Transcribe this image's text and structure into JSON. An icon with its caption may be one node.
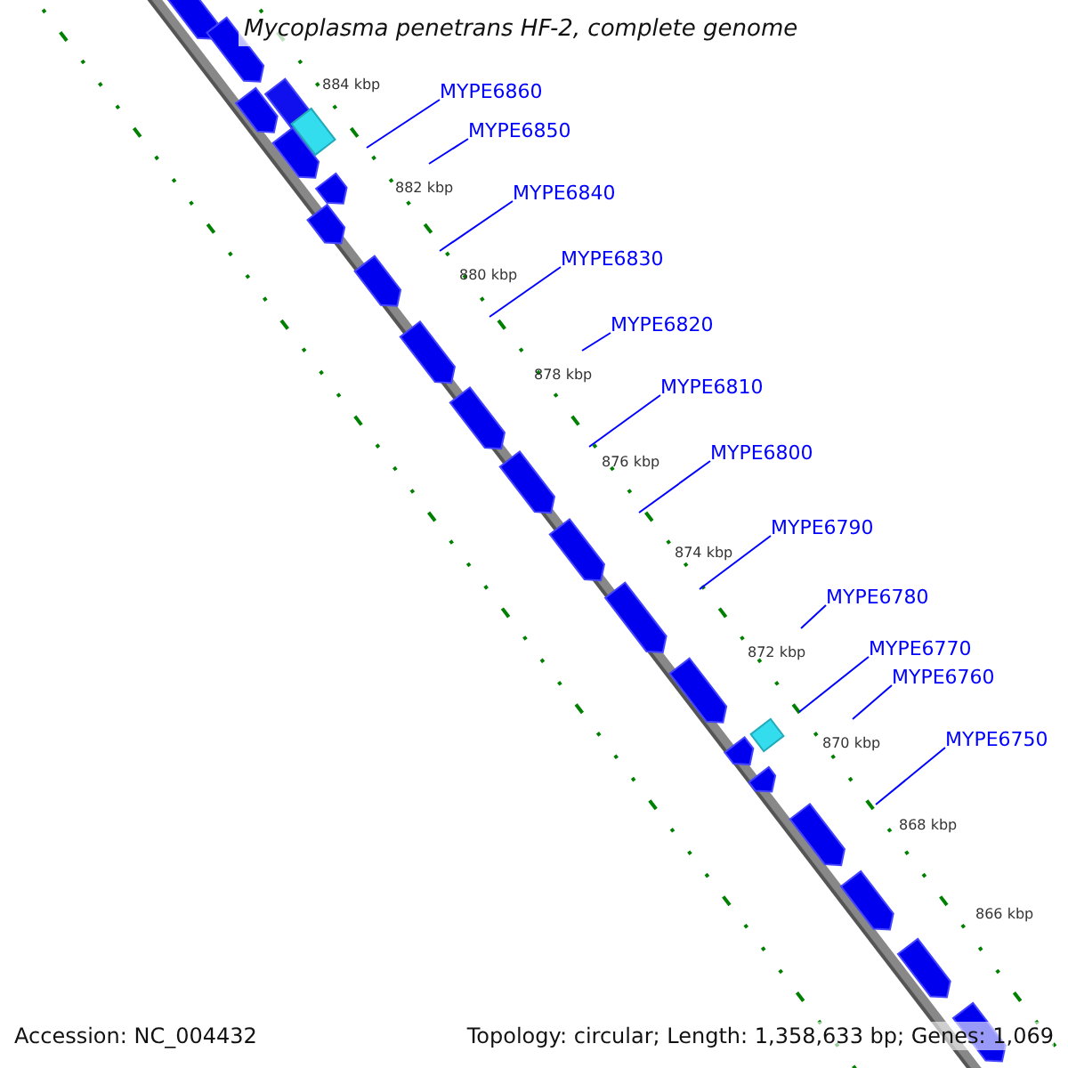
{
  "diagram": {
    "title": "Mycoplasma penetrans HF-2, complete genome",
    "nodes": [
      {
        "text": [
          "MYPE6860"
        ]
      },
      {
        "text": [
          "MYPE6850"
        ]
      },
      {
        "text": [
          "MYPE6840"
        ]
      },
      {
        "text": [
          "MYPE6830"
        ]
      },
      {
        "text": [
          "MYPE6820"
        ]
      },
      {
        "text": [
          "MYPE6810"
        ]
      },
      {
        "text": [
          "MYPE6800"
        ]
      },
      {
        "text": [
          "MYPE6790"
        ]
      },
      {
        "text": [
          "MYPE6780"
        ]
      },
      {
        "text": [
          "MYPE6770"
        ]
      },
      {
        "text": [
          "MYPE6760"
        ]
      },
      {
        "text": [
          "MYPE6750"
        ]
      }
    ],
    "edges": [
      {
        "from": 0,
        "to": null,
        "arrow": "none"
      },
      {
        "from": 1,
        "to": null,
        "arrow": "none"
      },
      {
        "from": 2,
        "to": null,
        "arrow": "none"
      },
      {
        "from": 3,
        "to": null,
        "arrow": "none"
      },
      {
        "from": 4,
        "to": null,
        "arrow": "none"
      },
      {
        "from": 5,
        "to": null,
        "arrow": "none"
      },
      {
        "from": 6,
        "to": null,
        "arrow": "none"
      },
      {
        "from": 7,
        "to": null,
        "arrow": "none"
      },
      {
        "from": 8,
        "to": null,
        "arrow": "none"
      },
      {
        "from": 9,
        "to": null,
        "arrow": "none"
      },
      {
        "from": 10,
        "to": null,
        "arrow": "none"
      },
      {
        "from": 11,
        "to": null,
        "arrow": "none"
      }
    ],
    "labels": [
      "884 kbp",
      "882 kbp",
      "880 kbp",
      "878 kbp",
      "876 kbp",
      "874 kbp",
      "872 kbp",
      "870 kbp",
      "868 kbp",
      "866 kbp",
      "Accession: NC_004432",
      "Topology: circular; Length: 1,358,633 bp; Genes: 1,069"
    ]
  }
}
